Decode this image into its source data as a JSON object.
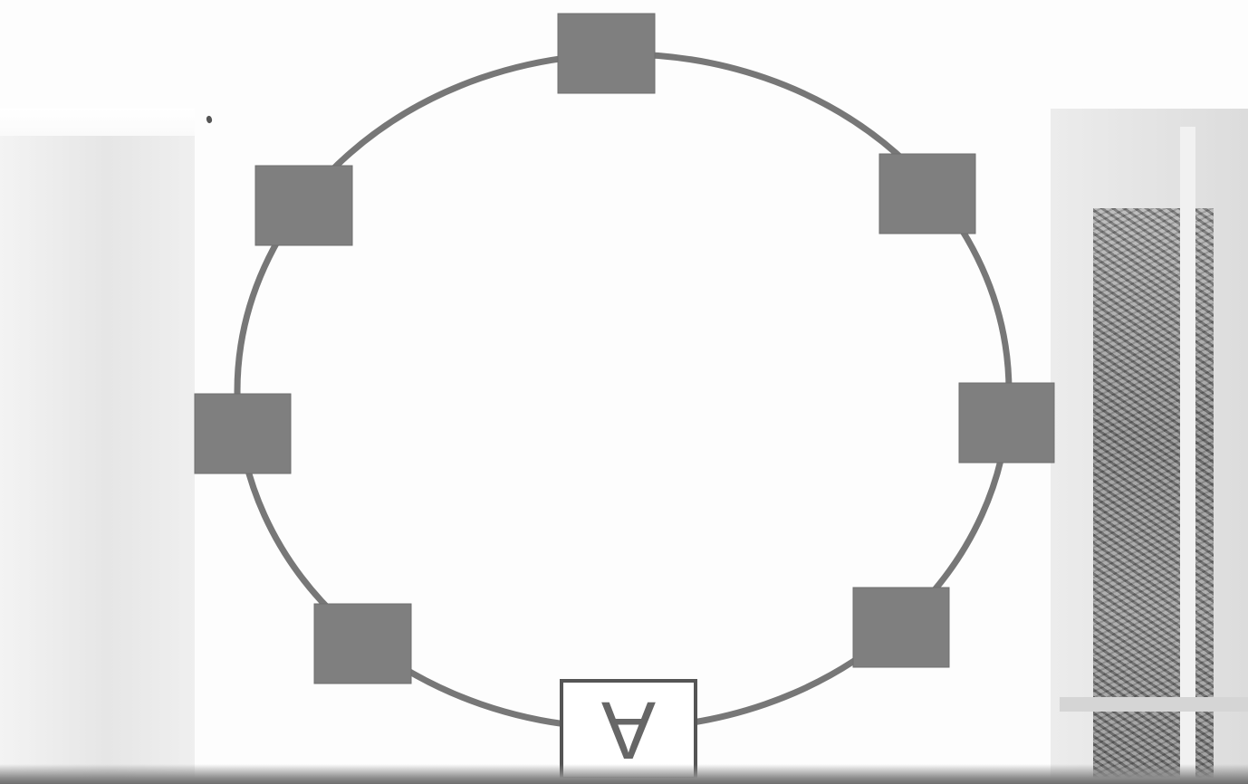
{
  "diagram": {
    "type": "ring",
    "colors": {
      "ring": "#777777",
      "node_fill": "#7f7f7f",
      "labeled_node_border": "#555555",
      "label": "#666666"
    },
    "nodes": [
      {
        "id": "node-top",
        "label": ""
      },
      {
        "id": "node-upper-right",
        "label": ""
      },
      {
        "id": "node-right",
        "label": ""
      },
      {
        "id": "node-lower-right",
        "label": ""
      },
      {
        "id": "node-bottom",
        "label": "A",
        "label_rotated_180": true
      },
      {
        "id": "node-lower-left",
        "label": ""
      },
      {
        "id": "node-left",
        "label": ""
      },
      {
        "id": "node-upper-left",
        "label": ""
      }
    ]
  }
}
